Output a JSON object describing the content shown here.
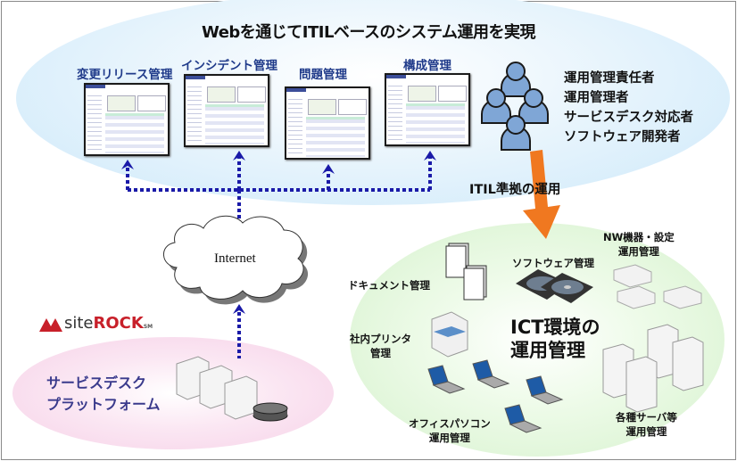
{
  "title": "Webを通じてITILベースのシステム運用を実現",
  "modules": [
    {
      "label": "変更リリース管理"
    },
    {
      "label": "インシデント管理"
    },
    {
      "label": "問題管理"
    },
    {
      "label": "構成管理"
    }
  ],
  "roles": [
    "運用管理責任者",
    "運用管理者",
    "サービスデスク対応者",
    "ソフトウェア開発者"
  ],
  "itil_arrow_label": "ITIL準拠の運用",
  "internet_label": "Internet",
  "logo": {
    "prefix": "site",
    "suffix": "ROCK",
    "mark": "SM"
  },
  "service_desk": {
    "line1": "サービスデスク",
    "line2": "プラットフォーム"
  },
  "ict": {
    "title_line1": "ICT環境の",
    "title_line2": "運用管理",
    "items": {
      "document": "ドキュメント管理",
      "software": "ソフトウェア管理",
      "nw_line1": "NW機器・設定",
      "nw_line2": "運用管理",
      "printer_line1": "社内プリンタ",
      "printer_line2": "管理",
      "pc_line1": "オフィスパソコン",
      "pc_line2": "運用管理",
      "server_line1": "各種サーバ等",
      "server_line2": "運用管理"
    }
  },
  "colors": {
    "connector": "#1a1aa8",
    "itil_arrow": "#f07820",
    "module_label": "#1f3a8a",
    "service_desk_text": "#3a3a8c",
    "logo_red": "#c8202a"
  }
}
